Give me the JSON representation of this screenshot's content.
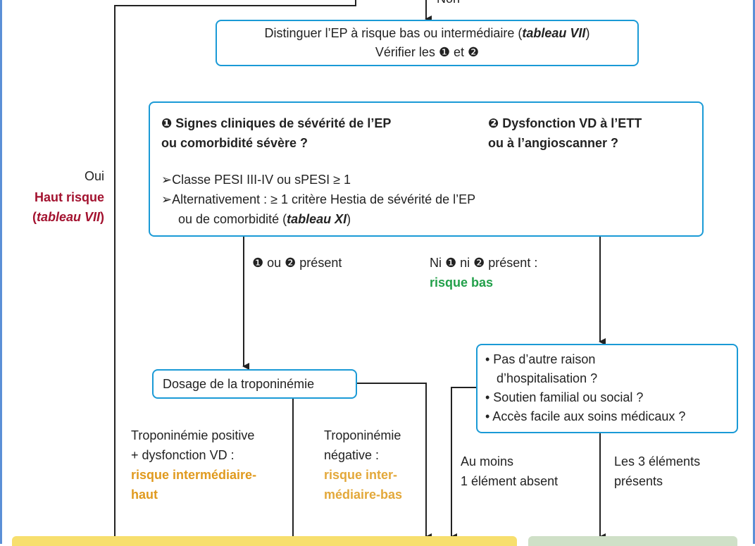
{
  "top_label_partial": "Non",
  "box_distinguish": {
    "line1_pre": "Distinguer l’EP à risque bas ou intermédiaire (",
    "line1_ref": "tableau VII",
    "line1_post": ")",
    "line2": "Vérifier les ❶ et ❷"
  },
  "left_branch": {
    "oui": "Oui",
    "haut_risque": "Haut risque",
    "ref_open": "(",
    "ref": "tableau VII",
    "ref_close": ")"
  },
  "criteria_box": {
    "c1_line1": "❶ Signes cliniques de sévérité de l’EP",
    "c1_line2": "ou comorbidité sévère ?",
    "c2_line1": "❷ Dysfonction VD à l’ETT",
    "c2_line2": "ou à l’angioscanner ?",
    "item1": "➢Classe PESI III-IV ou sPESI ≥ 1",
    "item2": "➢Alternativement : ≥ 1 critère Hestia de sévérité de l’EP",
    "item3_pre": "ou de comorbidité (",
    "item3_ref": "tableau XI",
    "item3_post": ")"
  },
  "branch_present": "❶ ou ❷ présent",
  "branch_absent": "Ni ❶ ni ❷ présent :",
  "branch_absent_risk": "risque bas",
  "box_troponin": "Dosage de la troponinémie",
  "checklist_box": {
    "items": [
      "• Pas d’autre raison",
      "d’hospitalisation ?",
      "• Soutien familial ou social ?",
      "• Accès facile aux soins médicaux ?"
    ]
  },
  "trop_positive": {
    "line1": "Troponinémie positive",
    "line2": "+ dysfonction VD :",
    "risk1": "risque intermédiaire-",
    "risk2": "haut"
  },
  "trop_negative": {
    "line1": "Troponinémie",
    "line2": "négative :",
    "risk1": "risque inter-",
    "risk2": "médiaire-bas"
  },
  "au_moins": {
    "line1": "Au moins",
    "line2": "1 élément absent"
  },
  "les_3": {
    "line1": "Les 3 éléments",
    "line2": "présents"
  },
  "colors": {
    "box_border": "#1a9ad6",
    "high_risk": "#a3122f",
    "low_risk": "#22a04a",
    "intermediate_high": "#e09a1e",
    "intermediate_low": "#e3a83a",
    "band_yellow": "#f7df6e",
    "band_green": "#cfe0c7"
  }
}
